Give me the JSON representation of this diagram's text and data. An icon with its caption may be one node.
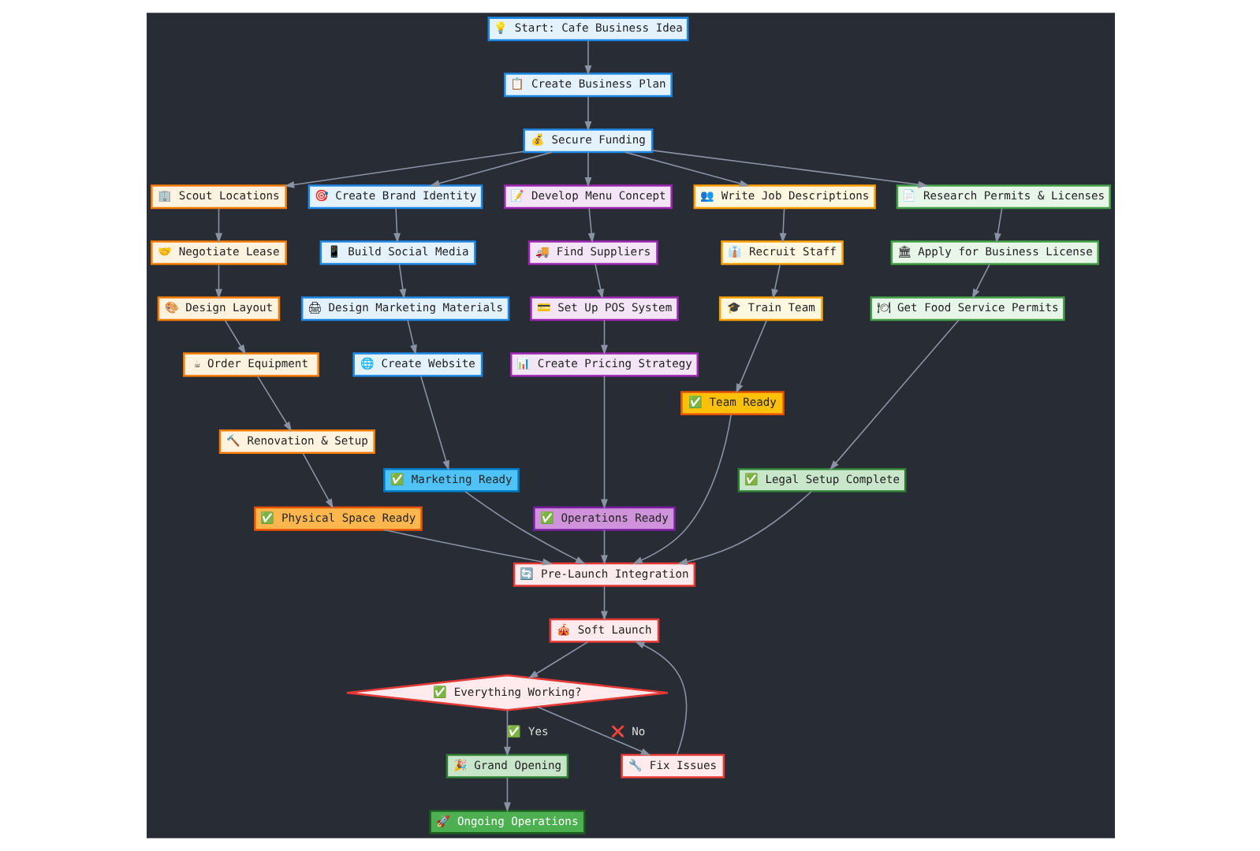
{
  "diagram": {
    "nodes": [
      {
        "text": [
          "💡 Start: Cafe Business Idea"
        ]
      },
      {
        "text": [
          "📋 Create Business Plan"
        ]
      },
      {
        "text": [
          "💰 Secure Funding"
        ]
      },
      {
        "text": [
          "🏢 Scout Locations"
        ]
      },
      {
        "text": [
          "🎯 Create Brand Identity"
        ]
      },
      {
        "text": [
          "📝 Develop Menu Concept"
        ]
      },
      {
        "text": [
          "🤝 Negotiate Lease"
        ]
      },
      {
        "text": [
          "👥 Write Job Descriptions"
        ]
      },
      {
        "text": [
          "📱 Build Social Media"
        ]
      },
      {
        "text": [
          "🚚 Find Suppliers"
        ]
      },
      {
        "text": [
          "🎨 Design Layout"
        ]
      },
      {
        "text": [
          "📄 Research Permits & Licenses"
        ]
      },
      {
        "text": [
          "👔 Recruit Staff"
        ]
      },
      {
        "text": [
          "🏛 Apply for Business License"
        ]
      },
      {
        "text": [
          "🎓 Train Team"
        ]
      },
      {
        "text": [
          "🖨 Design Marketing Materials"
        ]
      },
      {
        "text": [
          "💳 Set Up POS System"
        ]
      },
      {
        "text": [
          "☕ Order Equipment"
        ]
      },
      {
        "text": [
          "🍽 Get Food Service Permits"
        ]
      },
      {
        "text": [
          "🌐 Create Website"
        ]
      },
      {
        "text": [
          "📊 Create Pricing Strategy"
        ]
      },
      {
        "text": [
          "🔨 Renovation & Setup"
        ]
      },
      {
        "text": [
          "✅ Team Ready"
        ]
      },
      {
        "text": [
          "✅ Marketing Ready"
        ]
      },
      {
        "text": [
          "✅ Operations Ready"
        ]
      },
      {
        "text": [
          "✅ Physical Space Ready"
        ]
      },
      {
        "text": [
          "✅ Legal Setup Complete"
        ]
      },
      {
        "text": [
          "🔄 Pre-Launch Integration"
        ]
      },
      {
        "text": [
          "🎪 Soft Launch"
        ]
      },
      {
        "text": [
          "✅ Everything Working?"
        ]
      },
      {
        "text": [
          "🔧 Fix Issues"
        ]
      },
      {
        "text": [
          "🎉 Grand Opening"
        ]
      },
      {
        "text": [
          "🚀 Ongoing Operations"
        ]
      }
    ],
    "edges": [
      {
        "from": 0,
        "to": 1,
        "arrow": "to"
      },
      {
        "from": 1,
        "to": 2,
        "arrow": "to"
      },
      {
        "from": 2,
        "to": 7,
        "arrow": "to"
      },
      {
        "from": 2,
        "to": 4,
        "arrow": "to"
      },
      {
        "from": 2,
        "to": 5,
        "arrow": "to"
      },
      {
        "from": 2,
        "to": 3,
        "arrow": "to"
      },
      {
        "from": 2,
        "to": 11,
        "arrow": "to"
      },
      {
        "from": 3,
        "to": 6,
        "arrow": "to"
      },
      {
        "from": 4,
        "to": 8,
        "arrow": "to"
      },
      {
        "from": 5,
        "to": 9,
        "arrow": "to"
      },
      {
        "from": 6,
        "to": 10,
        "arrow": "to"
      },
      {
        "from": 7,
        "to": 12,
        "arrow": "to"
      },
      {
        "from": 12,
        "to": 14,
        "arrow": "to"
      },
      {
        "from": 14,
        "to": 22,
        "arrow": "to"
      },
      {
        "from": 8,
        "to": 15,
        "arrow": "to"
      },
      {
        "from": 15,
        "to": 19,
        "arrow": "to"
      },
      {
        "from": 19,
        "to": 23,
        "arrow": "to"
      },
      {
        "from": 9,
        "to": 16,
        "arrow": "to"
      },
      {
        "from": 16,
        "to": 20,
        "arrow": "to"
      },
      {
        "from": 20,
        "to": 24,
        "arrow": "to"
      },
      {
        "from": 10,
        "to": 17,
        "arrow": "to"
      },
      {
        "from": 17,
        "to": 21,
        "arrow": "to"
      },
      {
        "from": 21,
        "to": 25,
        "arrow": "to"
      },
      {
        "from": 11,
        "to": 13,
        "arrow": "to"
      },
      {
        "from": 13,
        "to": 18,
        "arrow": "to"
      },
      {
        "from": 18,
        "to": 26,
        "arrow": "to"
      },
      {
        "from": 22,
        "to": 27,
        "arrow": "to"
      },
      {
        "from": 23,
        "to": 27,
        "arrow": "to"
      },
      {
        "from": 24,
        "to": 27,
        "arrow": "to"
      },
      {
        "from": 25,
        "to": 27,
        "arrow": "to"
      },
      {
        "from": 26,
        "to": 27,
        "arrow": "to"
      },
      {
        "from": 27,
        "to": 28,
        "arrow": "to"
      },
      {
        "from": 28,
        "to": 29,
        "arrow": "to"
      },
      {
        "from": 29,
        "to": 30,
        "arrow": "to",
        "label": "❌ No"
      },
      {
        "from": 29,
        "to": 31,
        "arrow": "to",
        "label": "✅ Yes"
      },
      {
        "from": 30,
        "to": 28,
        "arrow": "to"
      },
      {
        "from": 31,
        "to": 32,
        "arrow": "to"
      }
    ]
  }
}
